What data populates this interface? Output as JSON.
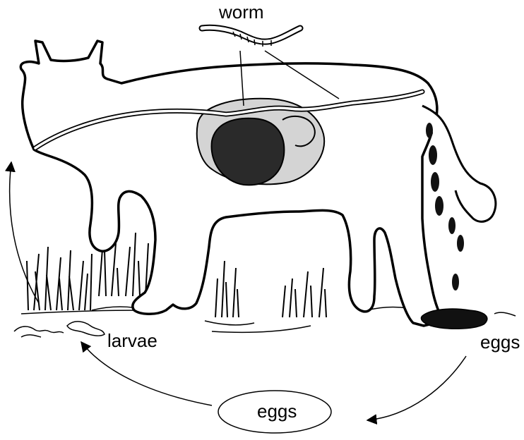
{
  "labels": {
    "worm": "worm",
    "larvae": "larvae",
    "eggs_right": "eggs",
    "eggs_bottom": "eggs"
  },
  "colors": {
    "ink": "#000000",
    "gut_light": "#d4d4d4",
    "gut_dark": "#2a2a2a",
    "tube": "#ffffff"
  }
}
